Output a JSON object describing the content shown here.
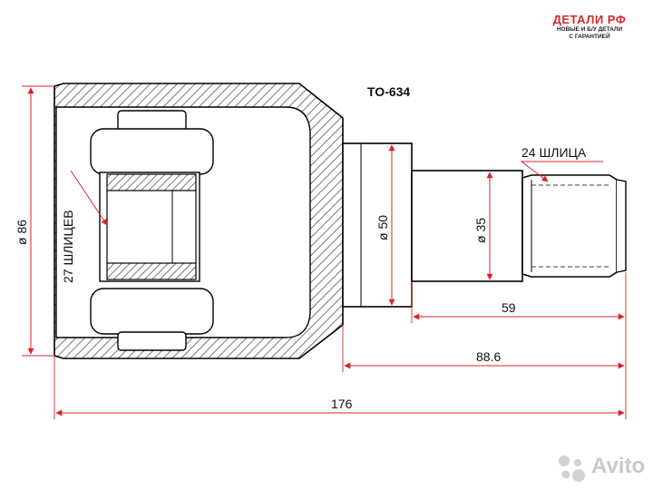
{
  "part_number": "TO-634",
  "brand": {
    "title": "ДЕТАЛИ РФ",
    "tagline1": "НОВЫЕ И Б/У ДЕТАЛИ",
    "tagline2": "С ГАРАНТИЕЙ",
    "accent_color": "#d6262b"
  },
  "dimensions": {
    "housing_diameter": "ø 86",
    "inner_splines": "27 ШЛИЦЕВ",
    "collar_diameter": "ø 50",
    "shaft_diameter": "ø 35",
    "outer_splines": "24 ШЛИЦА",
    "shaft_length": "59",
    "stem_length": "88.6",
    "total_length": "176"
  },
  "watermark": {
    "text": "Avito",
    "icon": "avito-dots-icon"
  },
  "colors": {
    "drawing": "#000000",
    "dimension_line": "#d6262b",
    "hatch_fill": "#9a9a9a"
  }
}
